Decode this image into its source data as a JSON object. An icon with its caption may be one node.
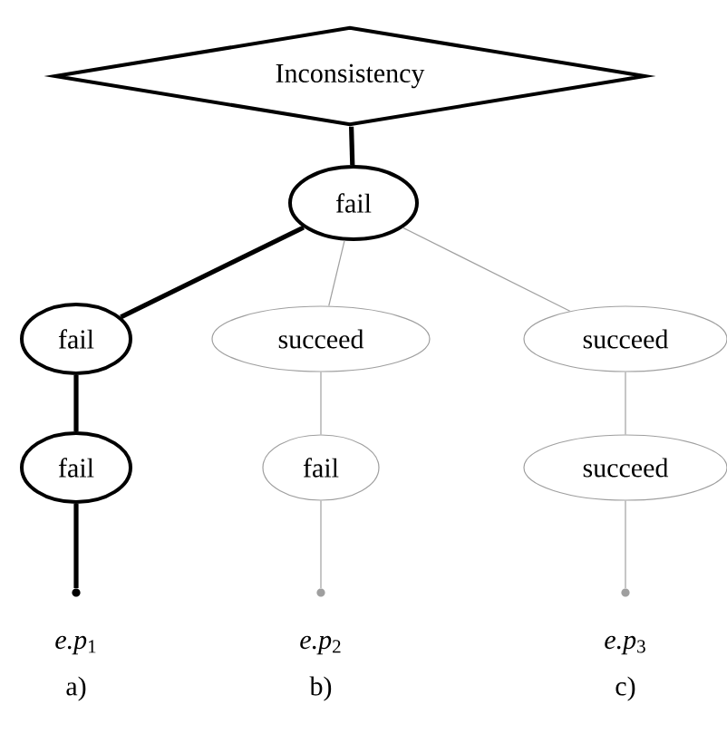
{
  "diagram": {
    "nodes": [
      {
        "text": [
          "Inconsistency"
        ]
      },
      {
        "text": [
          "fail"
        ]
      },
      {
        "text": [
          "fail"
        ]
      },
      {
        "text": [
          "succeed"
        ]
      },
      {
        "text": [
          "succeed"
        ]
      },
      {
        "text": [
          "fail"
        ]
      },
      {
        "text": [
          "fail"
        ]
      },
      {
        "text": [
          "succeed"
        ]
      },
      {
        "text": [],
        "shape": "circle",
        "beside": [
          "*e.p*$_{1}$",
          "a)"
        ]
      },
      {
        "text": [],
        "shape": "circle",
        "beside": [
          "*e.p*$_{2}$",
          "b)"
        ]
      },
      {
        "text": [],
        "shape": "circle",
        "beside": [
          "*e.p*$_{3}$",
          "c)"
        ]
      }
    ],
    "edges": [
      {
        "from": 0,
        "to": 1,
        "arrow": "none",
        "style": "thick",
        "color": "#000000"
      },
      {
        "from": 1,
        "to": 2,
        "arrow": "none",
        "style": "thick",
        "color": "#000000"
      },
      {
        "from": 1,
        "to": 3,
        "arrow": "none",
        "color": "#a0a0a0"
      },
      {
        "from": 1,
        "to": 4,
        "arrow": "none",
        "color": "#a0a0a0"
      },
      {
        "from": 2,
        "to": 5,
        "arrow": "none",
        "style": "thick",
        "color": "#000000"
      },
      {
        "from": 3,
        "to": 6,
        "arrow": "none",
        "color": "#a0a0a0"
      },
      {
        "from": 4,
        "to": 7,
        "arrow": "none",
        "color": "#a0a0a0"
      },
      {
        "from": 5,
        "to": 8,
        "arrow": "none",
        "style": "thick",
        "color": "#000000"
      },
      {
        "from": 6,
        "to": 9,
        "arrow": "none",
        "color": "#a0a0a0"
      },
      {
        "from": 7,
        "to": 10,
        "arrow": "none",
        "color": "#a0a0a0"
      }
    ]
  }
}
